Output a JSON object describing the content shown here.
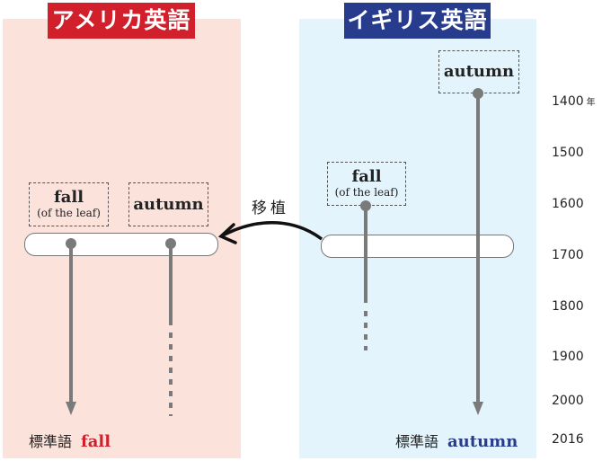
{
  "american": {
    "title": "アメリカ英語",
    "box_fall": {
      "word": "fall",
      "sub": "(of the leaf)"
    },
    "box_autumn": {
      "word": "autumn"
    },
    "standard_label": "標準語",
    "standard_word": "fall",
    "standard_color": "#d21f2c"
  },
  "british": {
    "title": "イギリス英語",
    "box_autumn": {
      "word": "autumn"
    },
    "box_fall": {
      "word": "fall",
      "sub": "(of the leaf)"
    },
    "standard_label": "標準語",
    "standard_word": "autumn",
    "standard_color": "#283c8e"
  },
  "transplant_label": "移植",
  "timeline": {
    "unit": "年",
    "years": [
      "1400",
      "1500",
      "1600",
      "1700",
      "1800",
      "1900",
      "2000",
      "2016"
    ]
  },
  "colors": {
    "us_bg": "#fbe3dc",
    "uk_bg": "#e3f4fc",
    "us_accent": "#d21f2c",
    "uk_accent": "#283c8e",
    "line": "#7a7a7a"
  }
}
